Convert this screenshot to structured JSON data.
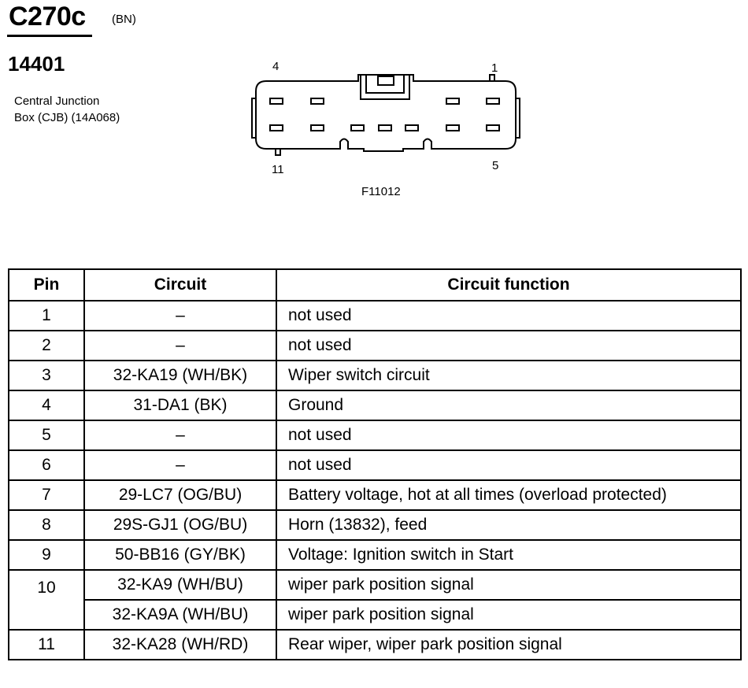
{
  "header": {
    "connector": "C270c",
    "color_code": "(BN)",
    "part_number": "14401",
    "description_line1": "Central Junction",
    "description_line2": "Box (CJB) (14A068)"
  },
  "diagram": {
    "pin_top_left": "4",
    "pin_top_right": "1",
    "pin_bottom_left": "11",
    "pin_bottom_right": "5",
    "figure_id": "F11012"
  },
  "table": {
    "headers": {
      "pin": "Pin",
      "circuit": "Circuit",
      "function": "Circuit function"
    },
    "rows": [
      {
        "pin": "1",
        "circuit": "–",
        "function": "not used"
      },
      {
        "pin": "2",
        "circuit": "–",
        "function": "not used"
      },
      {
        "pin": "3",
        "circuit": "32-KA19 (WH/BK)",
        "function": "Wiper switch circuit"
      },
      {
        "pin": "4",
        "circuit": "31-DA1 (BK)",
        "function": "Ground"
      },
      {
        "pin": "5",
        "circuit": "–",
        "function": "not used"
      },
      {
        "pin": "6",
        "circuit": "–",
        "function": "not used"
      },
      {
        "pin": "7",
        "circuit": "29-LC7 (OG/BU)",
        "function": "Battery voltage, hot at all times (overload protected)"
      },
      {
        "pin": "8",
        "circuit": "29S-GJ1 (OG/BU)",
        "function": "Horn (13832), feed"
      },
      {
        "pin": "9",
        "circuit": "50-BB16 (GY/BK)",
        "function": "Voltage: Ignition switch in Start"
      },
      {
        "pin": "10",
        "circuit": "32-KA9 (WH/BU)",
        "function": "wiper park position signal"
      },
      {
        "pin": "",
        "circuit": "32-KA9A (WH/BU)",
        "function": "wiper park position signal"
      },
      {
        "pin": "11",
        "circuit": "32-KA28 (WH/RD)",
        "function": "Rear wiper, wiper park position signal"
      }
    ]
  }
}
